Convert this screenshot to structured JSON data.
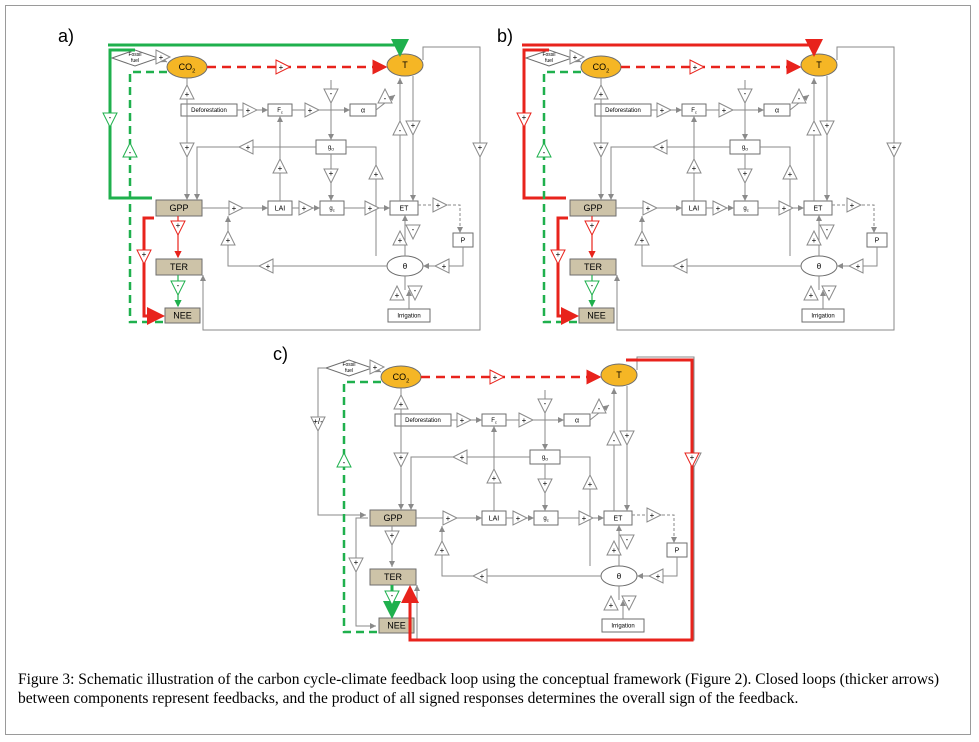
{
  "panels": [
    {
      "label": "a)"
    },
    {
      "label": "b)"
    },
    {
      "label": "c)"
    }
  ],
  "nodes": {
    "fossil_line1": "Fossil",
    "fossil_line2": "fuel",
    "co2": "CO",
    "co2_sub": "2",
    "t": "T",
    "deforestation": "Deforestation",
    "fc": "F",
    "fc_sub": "c",
    "alpha": "α",
    "go": "g",
    "go_sub": "O",
    "gpp": "GPP",
    "lai": "LAI",
    "gc": "g",
    "gc_sub": "c",
    "et": "ET",
    "p": "P",
    "ter": "TER",
    "theta": "θ",
    "nee": "NEE",
    "irrigation": "Irrigation"
  },
  "signs": {
    "plus": "+",
    "minus": "-",
    "plusminus": "+/-"
  },
  "colors": {
    "positive_loop": "#e8231c",
    "negative_loop": "#1fb04d",
    "neutral": "#8a8a8a",
    "co2_fill": "#f5b625",
    "gpp_fill": "#cdc3a8"
  },
  "caption": "Figure 3: Schematic illustration of the carbon cycle-climate feedback loop using the conceptual framework (Figure 2). Closed loops (thicker arrows) between components represent feedbacks, and the product of all signed responses determines the overall sign of the feedback."
}
